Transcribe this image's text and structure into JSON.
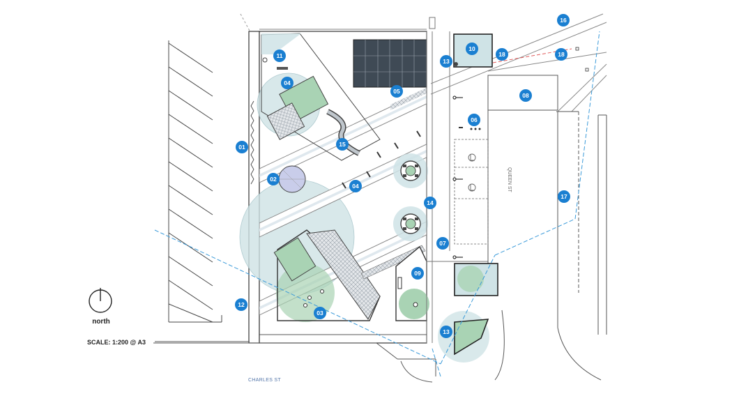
{
  "diagram": {
    "north_label": "north",
    "scale_label": "SCALE: 1:200 @ A3",
    "street_labels": {
      "charles": "CHARLES ST",
      "queen": "QUEEN ST"
    },
    "markers": [
      {
        "id": "m01",
        "label": "01"
      },
      {
        "id": "m02",
        "label": "02"
      },
      {
        "id": "m03",
        "label": "03"
      },
      {
        "id": "m04a",
        "label": "04"
      },
      {
        "id": "m04b",
        "label": "04"
      },
      {
        "id": "m05",
        "label": "05"
      },
      {
        "id": "m06",
        "label": "06"
      },
      {
        "id": "m07",
        "label": "07"
      },
      {
        "id": "m08",
        "label": "08"
      },
      {
        "id": "m09",
        "label": "09"
      },
      {
        "id": "m10",
        "label": "10"
      },
      {
        "id": "m11",
        "label": "11"
      },
      {
        "id": "m12",
        "label": "12"
      },
      {
        "id": "m13a",
        "label": "13"
      },
      {
        "id": "m13b",
        "label": "13"
      },
      {
        "id": "m14",
        "label": "14"
      },
      {
        "id": "m15",
        "label": "15"
      },
      {
        "id": "m16",
        "label": "16"
      },
      {
        "id": "m17",
        "label": "17"
      },
      {
        "id": "m18a",
        "label": "18"
      },
      {
        "id": "m18b",
        "label": "18"
      }
    ],
    "colors": {
      "marker": "#1a7fd1",
      "marker_text": "#ffffff",
      "canopy": "#cfe3e6",
      "lawn": "#a9d3b4",
      "line": "#555555",
      "dashed_blue": "#3a9ad9",
      "dashed_red": "#e05a5a"
    }
  }
}
